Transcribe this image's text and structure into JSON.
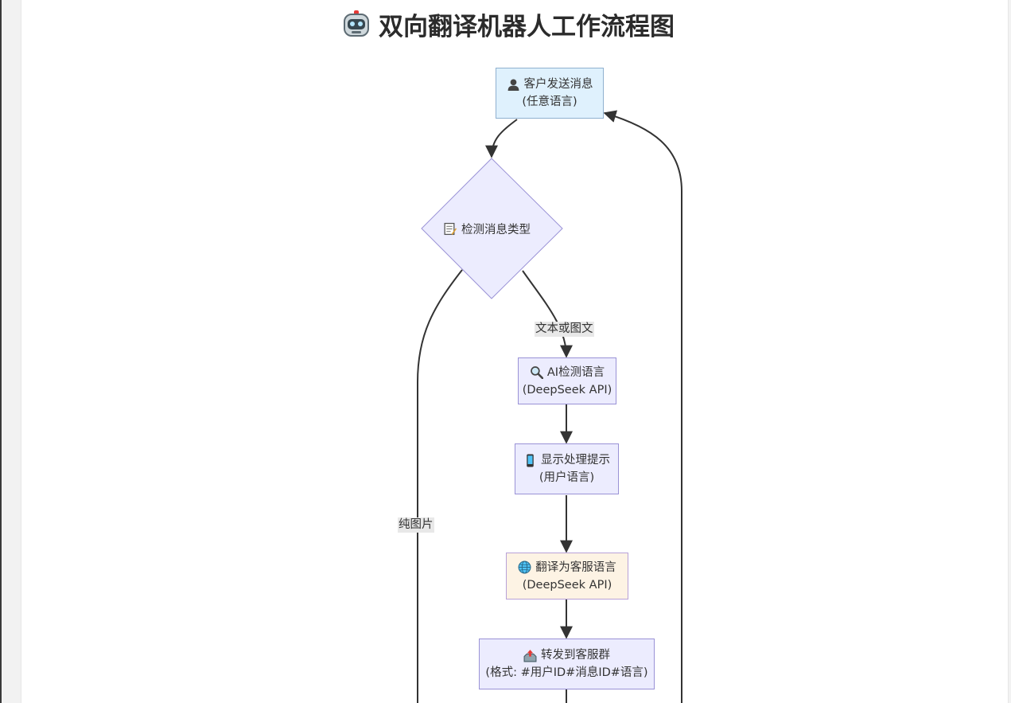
{
  "title": "双向翻译机器人工作流程图",
  "nodes": {
    "customer": {
      "line1": "客户发送消息",
      "line2": "(任意语言)",
      "icon": "user-icon"
    },
    "detect_type": {
      "label": "检测消息类型",
      "icon": "memo-icon"
    },
    "ai_detect": {
      "line1": "AI检测语言",
      "line2": "(DeepSeek API)",
      "icon": "magnifier-icon"
    },
    "show_hint": {
      "line1": "显示处理提示",
      "line2": "(用户语言)",
      "icon": "phone-icon"
    },
    "translate": {
      "line1": "翻译为客服语言",
      "line2": "(DeepSeek API)",
      "icon": "globe-icon"
    },
    "forward": {
      "line1": "转发到客服群",
      "line2": "(格式: #用户ID#消息ID#语言)",
      "icon": "outbox-icon"
    }
  },
  "edges": {
    "text_or_rich": "文本或图文",
    "image_only": "纯图片"
  },
  "colors": {
    "node_fill": "#ececfe",
    "node_border": "#9a92d6",
    "customer_fill": "#dff1fd",
    "translate_fill": "#fdf3e4",
    "edge": "#333333"
  }
}
